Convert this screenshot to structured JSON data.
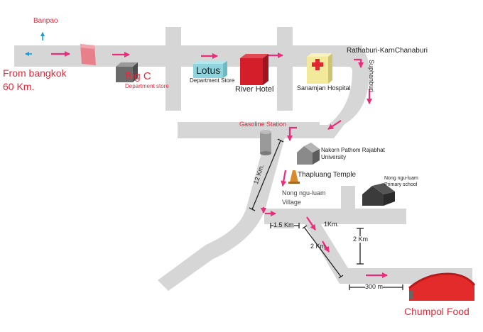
{
  "labels": {
    "banpao": "Banpao",
    "from_bangkok": "From bangkok",
    "distance_bangkok": "60 Km.",
    "big_c": "Big C",
    "department_store_bigc": "Department store",
    "lotus": "Lotus",
    "department_store_lotus": "Department Store",
    "river_hotel": "River Hotel",
    "sanamjan_hospital": "Sanamjan Hospital",
    "rathaburi": "Rathaburi-KarnChanaburi",
    "suphanburi": "Suphanburi",
    "gasoline_station": "Gasoline Station",
    "nakorn_pathom_1": "Nakorn Pathom Rajabhat",
    "nakorn_pathom_2": "University",
    "thapluang_temple": "Thapluang Temple",
    "nong_ngu_luam_school_1": "Nong ngu-luam",
    "nong_ngu_luam_school_2": "Primary school",
    "village_1": "Nong ngu-luam",
    "village_2": "Village",
    "dist_12km": "12 Km.",
    "dist_1_5km": "1.5 Km",
    "dist_1km": "1Km.",
    "dist_2km_a": "2 Km.",
    "dist_2km_b": "2 Km",
    "dist_300m": "300 m",
    "chumpol_food": "Chumpol Food"
  },
  "colors": {
    "road": "#d6d6d6",
    "arrow": "#ee2a7b",
    "label_red": "#e8283c",
    "blue_arrow": "#1f9ad6"
  },
  "icons": [
    "toll-gate-icon",
    "big-c-building-icon",
    "lotus-building-icon",
    "river-hotel-building-icon",
    "hospital-building-icon",
    "gasoline-tank-icon",
    "university-building-icon",
    "temple-icon",
    "school-building-icon",
    "chumpol-food-building-icon"
  ]
}
